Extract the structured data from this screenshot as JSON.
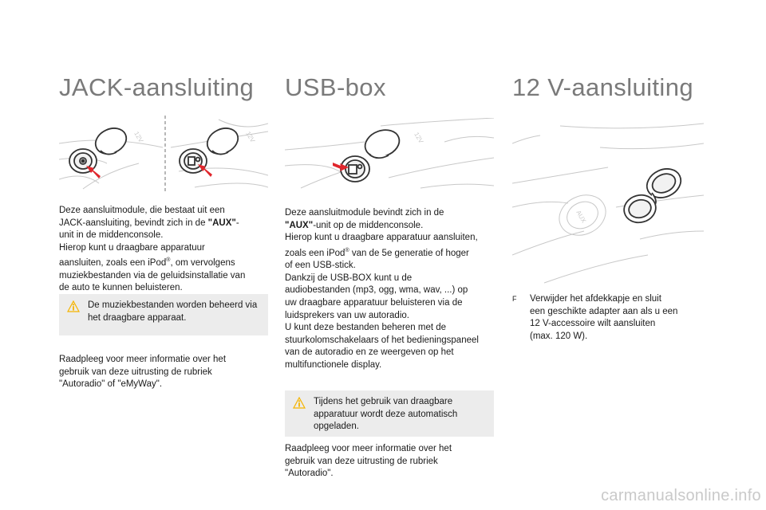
{
  "sections": {
    "jack": {
      "title": "JACK-aansluiting",
      "body_lines": [
        "Deze aansluitmodule, die bestaat uit een",
        "JACK-aansluiting, bevindt zich in de",
        "\"AUX\"",
        "-",
        "unit in de middenconsole.",
        "Hierop kunt u draagbare apparatuur",
        "aansluiten, zoals een iPod",
        "®",
        ", om vervolgens",
        "muziekbestanden via de geluidsinstallatie van",
        "de auto te kunnen beluisteren."
      ],
      "note": "De muziekbestanden worden beheerd via het draagbare apparaat.",
      "reference": [
        "Raadpleeg voor meer informatie over het",
        "gebruik van deze uitrusting de rubriek",
        "\"Autoradio\" of \"eMyWay\"."
      ],
      "figure_labels": [
        "12V",
        "12V"
      ]
    },
    "usb": {
      "title": "USB-box",
      "body_lines": [
        "Deze aansluitmodule bevindt zich in de",
        "\"AUX\"",
        "-unit op de middenconsole.",
        "Hierop kunt u draagbare apparatuur aansluiten,",
        "zoals een iPod",
        "®",
        " van de 5e generatie of hoger",
        "of een USB-stick.",
        "Dankzij de USB-BOX kunt u de",
        "audiobestanden (mp3, ogg, wma, wav, ...) op",
        "uw draagbare apparatuur beluisteren via de",
        "luidsprekers van uw autoradio.",
        "U kunt deze bestanden beheren met de",
        "stuurkolomschakelaars of het bedieningspaneel",
        "van de autoradio en ze weergeven op het",
        "multifunctionele display."
      ],
      "note": "Tijdens het gebruik van draagbare apparatuur wordt deze automatisch opgeladen.",
      "reference": [
        "Raadpleeg voor meer informatie over het",
        "gebruik van deze uitrusting de rubriek",
        "\"Autoradio\"."
      ],
      "figure_labels": [
        "12V"
      ]
    },
    "twelve_v": {
      "title": "12 V-aansluiting",
      "bullet_symbol": "F",
      "bullet_lines": [
        "Verwijder het afdekkapje en sluit",
        "een geschikte adapter aan als u een",
        "12 V-accessoire wilt aansluiten",
        "(max. 120 W)."
      ],
      "figure_labels": [
        "AUX"
      ]
    }
  },
  "watermark": "carmanualsonline.info",
  "colors": {
    "arrow": "#e0262c",
    "title": "#7a7a7a",
    "note_bg": "#ececec",
    "info_icon": "#f5b400"
  }
}
